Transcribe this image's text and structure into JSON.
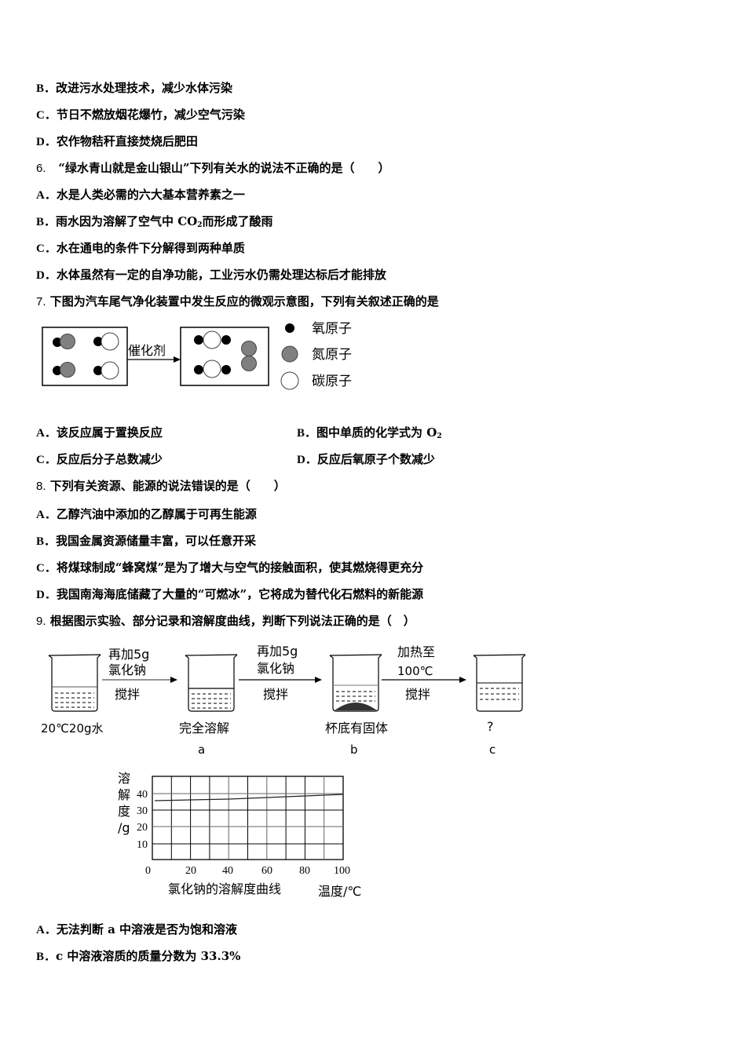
{
  "q5": {
    "options": [
      {
        "label": "B．",
        "text": "改进污水处理技术，减少水体污染"
      },
      {
        "label": "C．",
        "text": "节日不燃放烟花爆竹，减少空气污染"
      },
      {
        "label": "D．",
        "text": "农作物秸秆直接焚烧后肥田"
      }
    ]
  },
  "q6": {
    "number": "6.",
    "stem": "“绿水青山就是金山银山”下列有关水的说法不正确的是（　　）",
    "options": [
      {
        "label": "A．",
        "text": "水是人类必需的六大基本营养素之一"
      },
      {
        "label": "B．",
        "text_before": "雨水因为溶解了空气中 CO",
        "sub": "2",
        "text_after": "而形成了酸雨"
      },
      {
        "label": "C．",
        "text": "水在通电的条件下分解得到两种单质"
      },
      {
        "label": "D．",
        "text": "水体虽然有一定的自净功能，工业污水仍需处理达标后才能排放"
      }
    ]
  },
  "q7": {
    "number": "7.",
    "stem": "下图为汽车尾气净化装置中发生反应的微观示意图，下列有关叙述正确的是",
    "figure": {
      "arrow_label": "催化剂",
      "legend": [
        {
          "symbol": "black-dot",
          "label": "氧原子",
          "color": "#000000"
        },
        {
          "symbol": "gray-circle",
          "label": "氮原子",
          "color": "#808080"
        },
        {
          "symbol": "white-circle",
          "label": "碳原子",
          "color": "#ffffff"
        }
      ]
    },
    "options": [
      {
        "label": "A．",
        "text": "该反应属于置换反应"
      },
      {
        "label": "B．",
        "text_before": "图中单质的化学式为 O",
        "sub": "2"
      },
      {
        "label": "C．",
        "text": "反应后分子总数减少"
      },
      {
        "label": "D．",
        "text": "反应后氧原子个数减少"
      }
    ]
  },
  "q8": {
    "number": "8.",
    "stem": "下列有关资源、能源的说法错误的是（　　）",
    "options": [
      {
        "label": "A．",
        "text": "乙醇汽油中添加的乙醇属于可再生能源"
      },
      {
        "label": "B．",
        "text": "我国金属资源储量丰富，可以任意开采"
      },
      {
        "label": "C．",
        "text": "将煤球制成“蜂窝煤”是为了增大与空气的接触面积，使其燃烧得更充分"
      },
      {
        "label": "D．",
        "text": "我国南海海底储藏了大量的“可燃冰”，它将成为替代化石燃料的新能源"
      }
    ]
  },
  "q9": {
    "number": "9.",
    "stem": "根据图示实验、部分记录和溶解度曲线，判断下列说法正确的是（　）",
    "experiment": {
      "beakers": [
        {
          "caption": "20℃20g水",
          "tag": ""
        },
        {
          "caption": "完全溶解",
          "tag": "a"
        },
        {
          "caption": "杯底有固体",
          "tag": "b"
        },
        {
          "caption": "?",
          "tag": "c"
        }
      ],
      "steps": [
        {
          "line1": "再加5g",
          "line2": "氯化钠",
          "line3": "搅拌"
        },
        {
          "line1": "再加5g",
          "line2": "氯化钠",
          "line3": "搅拌"
        },
        {
          "line1": "加热至",
          "line2": "100℃",
          "line3": "搅拌"
        }
      ]
    },
    "options": [
      {
        "label": "A．",
        "text": "无法判断 a 中溶液是否为饱和溶液"
      },
      {
        "label": "B．",
        "text": "c 中溶液溶质的质量分数为 33.3%"
      }
    ]
  },
  "chart_data": {
    "type": "line",
    "title": "氯化钠的溶解度曲线",
    "xlabel": "温度/℃",
    "ylabel": "溶解度/g",
    "ylabel_chars": [
      "溶",
      "解",
      "度",
      "/g"
    ],
    "x_ticks": [
      "0",
      "20",
      "40",
      "60",
      "80",
      "100"
    ],
    "y_ticks": [
      "10",
      "20",
      "30",
      "40"
    ],
    "xlim": [
      0,
      100
    ],
    "ylim": [
      0,
      50
    ],
    "grid": true,
    "series": [
      {
        "name": "NaCl",
        "x": [
          0,
          20,
          40,
          60,
          80,
          100
        ],
        "y": [
          35.7,
          36.0,
          36.6,
          37.3,
          38.4,
          39.8
        ]
      }
    ]
  }
}
